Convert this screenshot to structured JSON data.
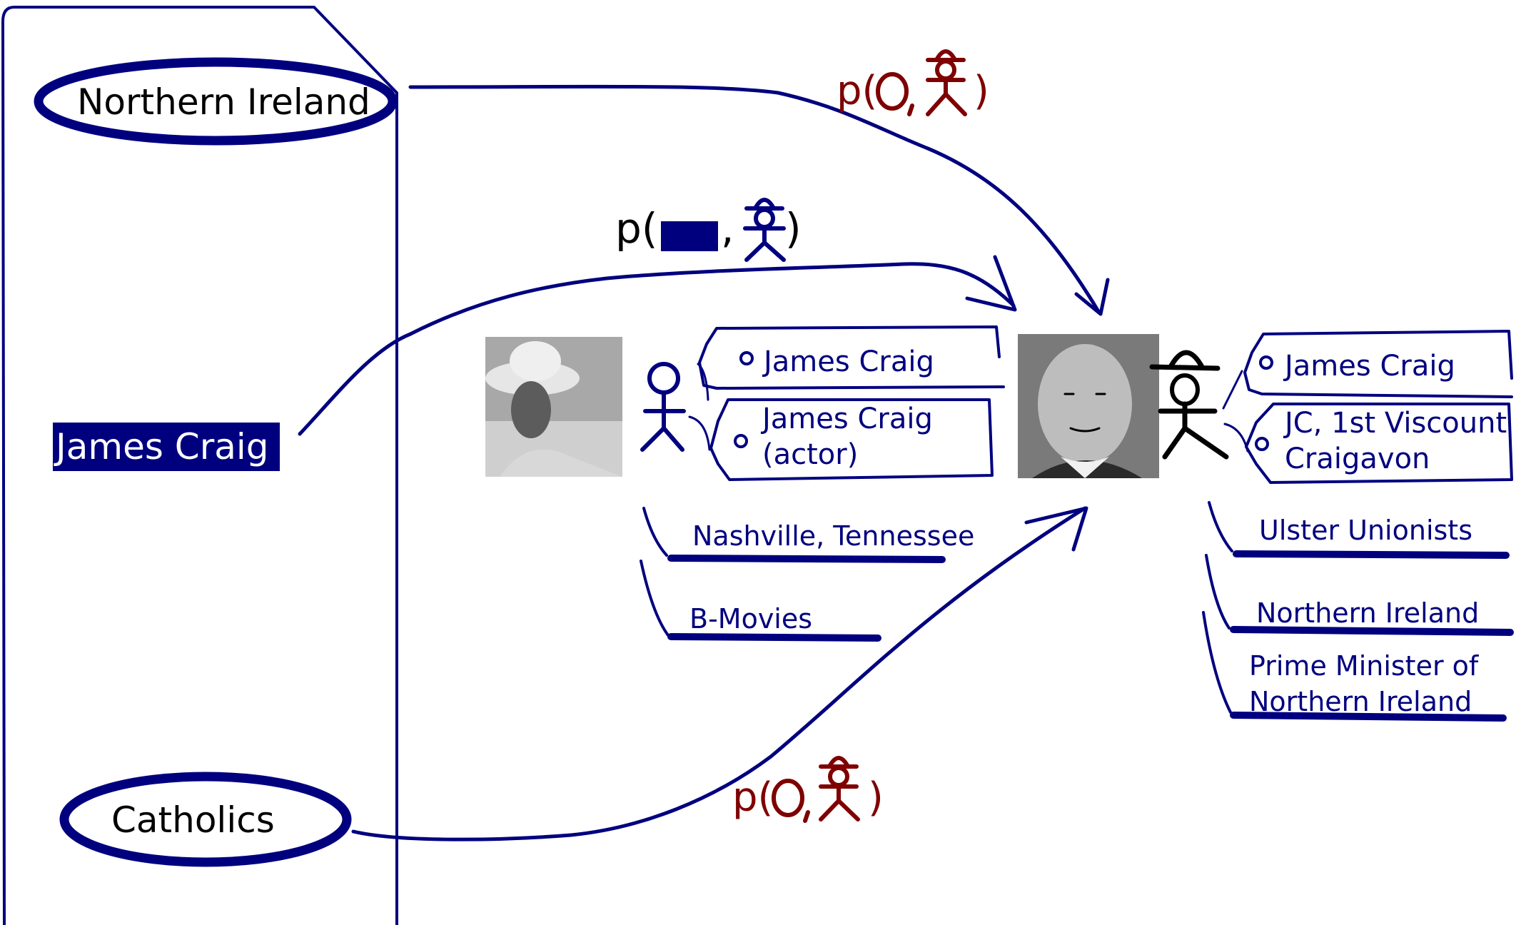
{
  "document": {
    "mentions": {
      "northern_ireland": "Northern Ireland",
      "james_craig": "James Craig",
      "catholics": "Catholics"
    }
  },
  "formulas": {
    "top_right": {
      "prefix": "p(",
      "suffix": ")"
    },
    "middle": {
      "prefix": "p(",
      "suffix": ")"
    },
    "bottom": {
      "prefix": "p(",
      "suffix": ")"
    }
  },
  "candidates": [
    {
      "names": [
        "James Craig",
        "James Craig",
        "(actor)"
      ],
      "facts": [
        "Nashville, Tennessee",
        "B-Movies"
      ]
    },
    {
      "names": [
        "James Craig",
        "JC, 1st Viscount",
        "Craigavon"
      ],
      "facts": [
        "Ulster Unionists",
        "Northern Ireland",
        "Prime Minister of",
        "Northern Ireland"
      ]
    }
  ],
  "colors": {
    "ink_blue": "#00007f",
    "ink_red": "#7f0000",
    "ink_black": "#000000"
  },
  "icons": [
    "stick-figure-icon",
    "cowboy-hat-figure-icon",
    "bowler-hat-figure-icon",
    "circle-symbol-icon",
    "filled-block-icon"
  ]
}
